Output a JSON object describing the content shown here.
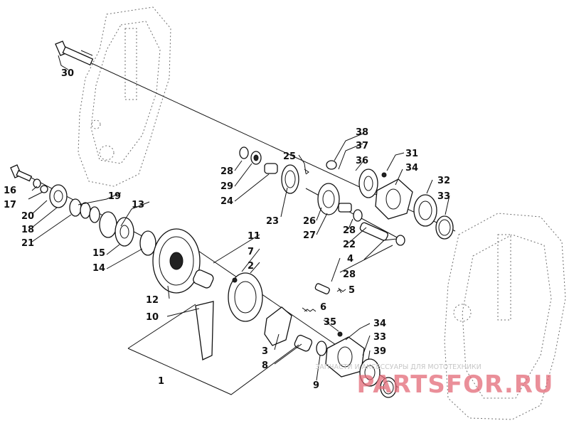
{
  "diagram": {
    "callouts": [
      "1",
      "2",
      "3",
      "4",
      "5",
      "6",
      "7",
      "8",
      "9",
      "10",
      "11",
      "12",
      "13",
      "14",
      "15",
      "16",
      "17",
      "18",
      "19",
      "20",
      "21",
      "22",
      "23",
      "24",
      "25",
      "26",
      "27",
      "28",
      "29",
      "30",
      "31",
      "32",
      "33",
      "34",
      "35",
      "36",
      "37",
      "38",
      "39"
    ],
    "callouts_repeat": {
      "n28": "28",
      "n34": "34",
      "n33": "33"
    }
  },
  "watermark": {
    "tagline": "ЗАПЧАСТИ И АКСЕССУАРЫ ДЛЯ МОТОТЕХНИКИ",
    "brand": "PARTSFOR.RU"
  }
}
